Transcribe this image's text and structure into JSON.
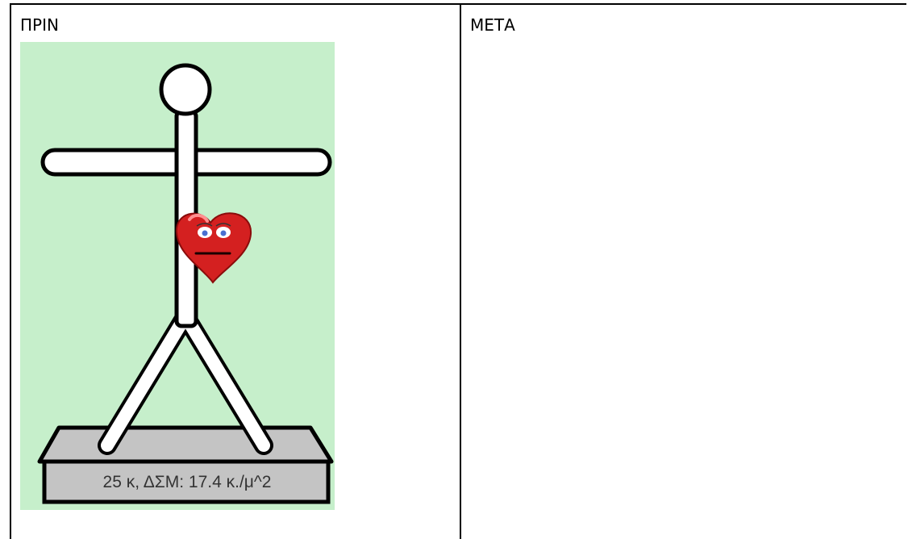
{
  "table": {
    "left_header": "ΠΡΙΝ",
    "right_header": "ΜΕΤΑ"
  },
  "figure": {
    "pedestal_label": "25 κ, ΔΣΜ: 17.4 κ./μ^2",
    "background_color": "#c6efcb",
    "pedestal_color": "#c4c4c4",
    "heart_color": "#d42020"
  }
}
